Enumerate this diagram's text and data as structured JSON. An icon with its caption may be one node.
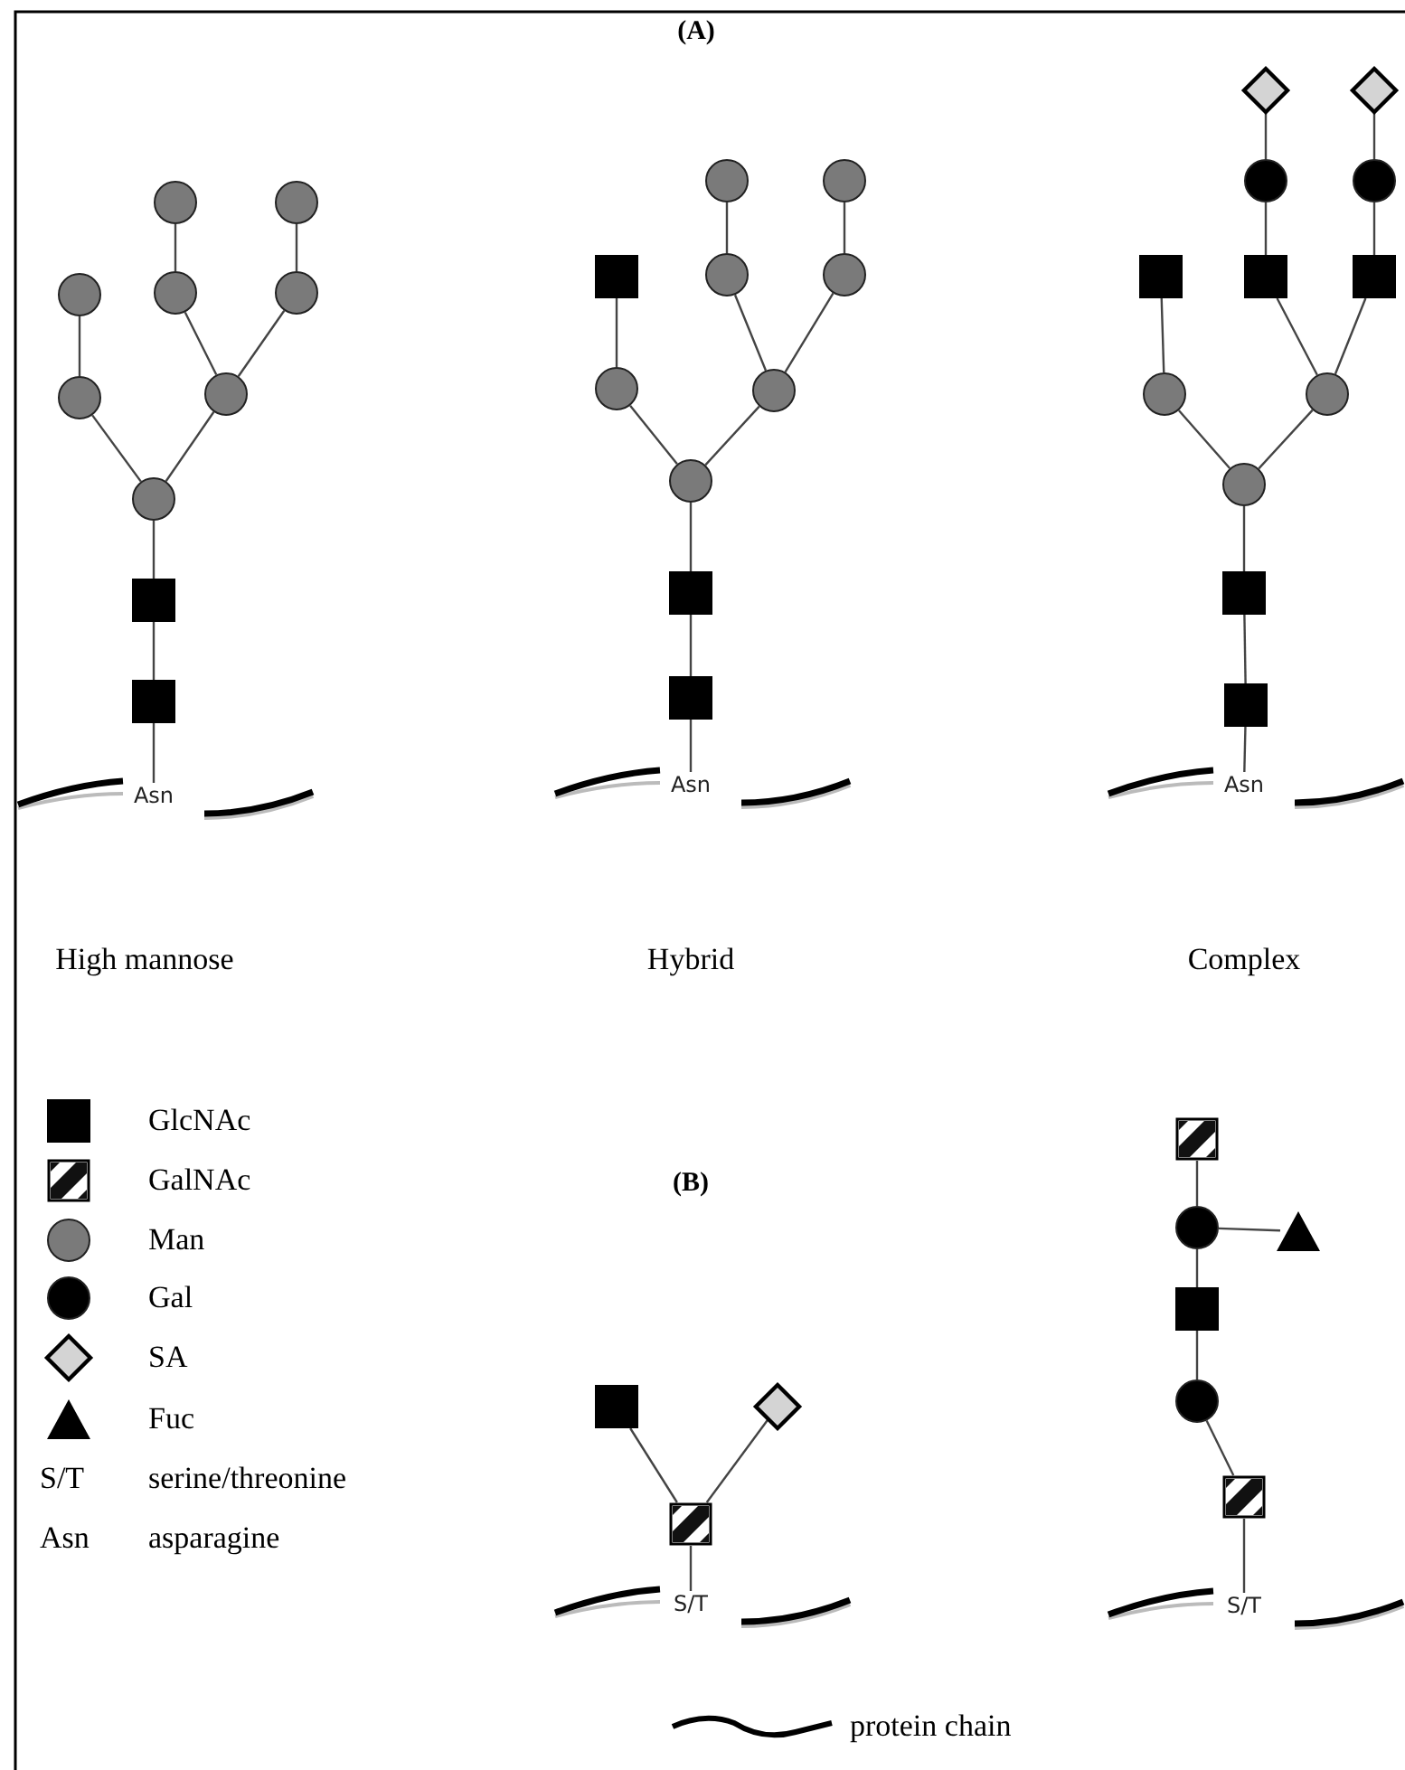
{
  "diagram": {
    "nodes": [
      {
        "text": [
          "Asn"
        ]
      },
      {
        "text": [],
        "shape": "box"
      },
      {
        "text": [],
        "shape": "box"
      },
      {
        "text": [],
        "shape": "circle"
      },
      {
        "text": [],
        "shape": "circle"
      },
      {
        "text": [],
        "shape": "circle"
      },
      {
        "text": [],
        "shape": "circle"
      },
      {
        "text": [],
        "shape": "circle"
      },
      {
        "text": [],
        "shape": "circle"
      },
      {
        "text": [],
        "shape": "circle"
      },
      {
        "text": [],
        "shape": "circle"
      },
      {
        "text": [
          "Asn"
        ]
      },
      {
        "text": [],
        "shape": "box"
      },
      {
        "text": [],
        "shape": "box"
      },
      {
        "text": [],
        "shape": "circle"
      },
      {
        "text": [],
        "shape": "circle"
      },
      {
        "text": [],
        "shape": "box"
      },
      {
        "text": [],
        "shape": "circle"
      },
      {
        "text": [],
        "shape": "circle"
      },
      {
        "text": [],
        "shape": "circle"
      },
      {
        "text": [],
        "shape": "circle"
      },
      {
        "text": [],
        "shape": "circle"
      },
      {
        "text": [
          "Asn"
        ]
      },
      {
        "text": [],
        "shape": "box"
      },
      {
        "text": [],
        "shape": "box"
      },
      {
        "text": [],
        "shape": "circle"
      },
      {
        "text": [],
        "shape": "circle"
      },
      {
        "text": [],
        "shape": "box"
      },
      {
        "text": [],
        "shape": "circle"
      },
      {
        "text": [],
        "shape": "box"
      },
      {
        "text": [],
        "shape": "circle"
      },
      {
        "text": [],
        "shape": "diamond"
      },
      {
        "text": [],
        "shape": "box"
      },
      {
        "text": [],
        "shape": "circle"
      },
      {
        "text": [],
        "shape": "diamond"
      },
      {
        "text": [
          "S/T"
        ]
      },
      {
        "text": [],
        "shape": "box"
      },
      {
        "text": [],
        "shape": "box"
      },
      {
        "text": [],
        "shape": "diamond"
      },
      {
        "text": [
          "S/T"
        ]
      },
      {
        "text": [],
        "shape": "box"
      },
      {
        "text": [],
        "shape": "circle"
      },
      {
        "text": [],
        "shape": "box"
      },
      {
        "text": [],
        "shape": "circle"
      },
      {
        "text": [],
        "shape": "box"
      },
      {
        "text": [],
        "shape": "triangle"
      }
    ],
    "edges": [
      {
        "from": 0,
        "to": 1,
        "arrow": "none"
      },
      {
        "from": 1,
        "to": 2,
        "arrow": "none"
      },
      {
        "from": 2,
        "to": 3,
        "arrow": "none"
      },
      {
        "from": 3,
        "to": 4,
        "arrow": "none"
      },
      {
        "from": 4,
        "to": 5,
        "arrow": "none"
      },
      {
        "from": 3,
        "to": 6,
        "arrow": "none"
      },
      {
        "from": 6,
        "to": 7,
        "arrow": "none"
      },
      {
        "from": 7,
        "to": 8,
        "arrow": "none"
      },
      {
        "from": 6,
        "to": 9,
        "arrow": "none"
      },
      {
        "from": 9,
        "to": 10,
        "arrow": "none"
      },
      {
        "from": 11,
        "to": 12,
        "arrow": "none"
      },
      {
        "from": 12,
        "to": 13,
        "arrow": "none"
      },
      {
        "from": 13,
        "to": 14,
        "arrow": "none"
      },
      {
        "from": 14,
        "to": 15,
        "arrow": "none"
      },
      {
        "from": 15,
        "to": 16,
        "arrow": "none"
      },
      {
        "from": 14,
        "to": 17,
        "arrow": "none"
      },
      {
        "from": 17,
        "to": 18,
        "arrow": "none"
      },
      {
        "from": 18,
        "to": 19,
        "arrow": "none"
      },
      {
        "from": 17,
        "to": 20,
        "arrow": "none"
      },
      {
        "from": 20,
        "to": 21,
        "arrow": "none"
      },
      {
        "from": 22,
        "to": 23,
        "arrow": "none"
      },
      {
        "from": 23,
        "to": 24,
        "arrow": "none"
      },
      {
        "from": 24,
        "to": 25,
        "arrow": "none"
      },
      {
        "from": 25,
        "to": 26,
        "arrow": "none"
      },
      {
        "from": 26,
        "to": 27,
        "arrow": "none"
      },
      {
        "from": 25,
        "to": 28,
        "arrow": "none"
      },
      {
        "from": 28,
        "to": 29,
        "arrow": "none"
      },
      {
        "from": 29,
        "to": 30,
        "arrow": "none"
      },
      {
        "from": 30,
        "to": 31,
        "arrow": "none"
      },
      {
        "from": 28,
        "to": 32,
        "arrow": "none"
      },
      {
        "from": 32,
        "to": 33,
        "arrow": "none"
      },
      {
        "from": 33,
        "to": 34,
        "arrow": "none"
      },
      {
        "from": 35,
        "to": 36,
        "arrow": "none"
      },
      {
        "from": 36,
        "to": 37,
        "arrow": "none"
      },
      {
        "from": 36,
        "to": 38,
        "arrow": "none"
      },
      {
        "from": 39,
        "to": 40,
        "arrow": "none"
      },
      {
        "from": 40,
        "to": 41,
        "arrow": "none"
      },
      {
        "from": 41,
        "to": 42,
        "arrow": "none"
      },
      {
        "from": 42,
        "to": 43,
        "arrow": "none"
      },
      {
        "from": 43,
        "to": 44,
        "arrow": "none"
      },
      {
        "from": 43,
        "to": 45,
        "arrow": "none"
      }
    ],
    "labels": [
      "(A)",
      "High mannose",
      "Hybrid",
      "Complex",
      "(B)",
      "S/T",
      "serine/threonine",
      "Asn",
      "asparagine"
    ],
    "legend": [
      {
        "text": "GlcNAc"
      },
      {
        "text": "GalNAc"
      },
      {
        "text": "Man"
      },
      {
        "text": "Gal"
      },
      {
        "text": "SA"
      },
      {
        "text": "Fuc"
      },
      {
        "text": "protein chain"
      }
    ]
  }
}
